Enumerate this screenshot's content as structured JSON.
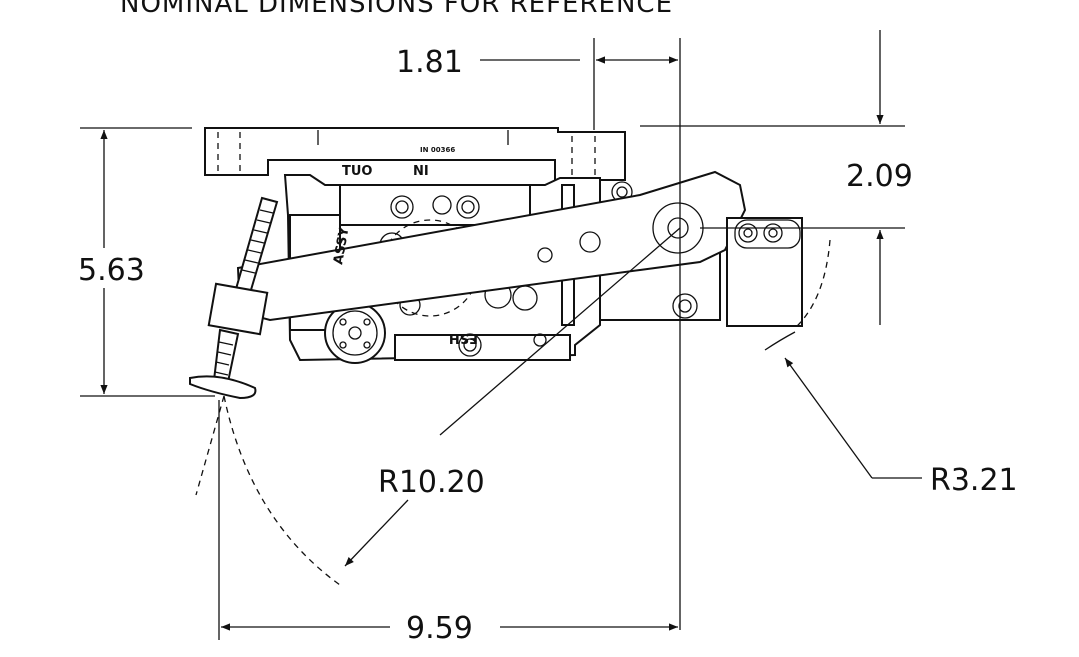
{
  "drawing": {
    "heading": "NOMINAL DIMENSIONS FOR REFERENCE",
    "dimensions": {
      "top_width": "1.81",
      "right_height": "2.09",
      "left_height": "5.63",
      "large_radius": "R10.20",
      "small_radius": "R3.21",
      "bottom_width": "9.59"
    },
    "part_labels": {
      "out": "TUO",
      "in": "NI",
      "assy": "ASSY",
      "part_number": "IN 00366",
      "side_mark": "FSH"
    }
  }
}
